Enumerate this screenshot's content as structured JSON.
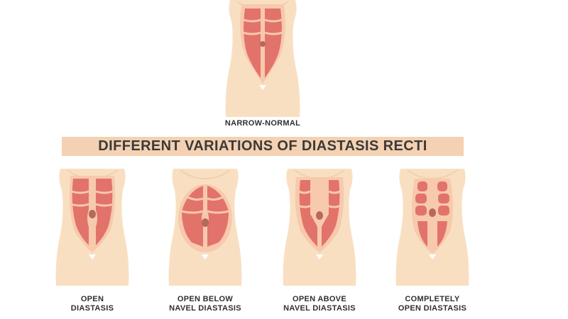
{
  "title": "DIFFERENT VARIATIONS OF DIASTASIS RECTI",
  "colors": {
    "skin": "#f9dfc2",
    "skin_shadow": "#f2cfad",
    "muscle": "#e2736a",
    "sheath": "#f7c9ad",
    "navel": "#b8675c",
    "banner": "#f4d1b2",
    "text": "#2f2f2f"
  },
  "figures": [
    {
      "id": "narrow-normal",
      "caption": [
        "NARROW-NORMAL"
      ]
    },
    {
      "id": "open",
      "caption": [
        "OPEN",
        "DIASTASIS"
      ]
    },
    {
      "id": "open-below-navel",
      "caption": [
        "OPEN BELOW",
        "NAVEL DIASTASIS"
      ]
    },
    {
      "id": "open-above-navel",
      "caption": [
        "OPEN ABOVE",
        "NAVEL DIASTASIS"
      ]
    },
    {
      "id": "completely-open",
      "caption": [
        "COMPLETELY",
        "OPEN DIASTASIS"
      ]
    }
  ]
}
